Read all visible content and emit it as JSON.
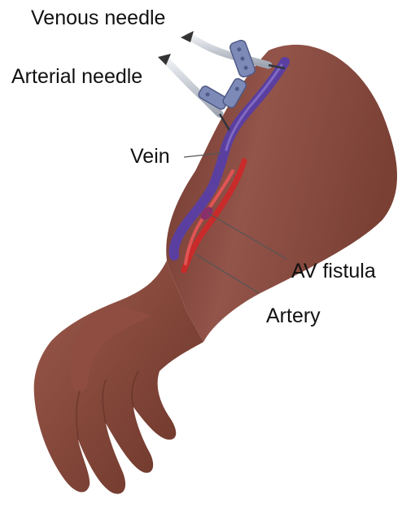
{
  "labels": {
    "venous_needle": "Venous needle",
    "arterial_needle": "Arterial needle",
    "vein": "Vein",
    "av_fistula": "AV fistula",
    "artery": "Artery"
  },
  "colors": {
    "skin": "#8a4a3c",
    "skin_shadow": "#5e2e25",
    "skin_highlight": "#a8665a",
    "vein": "#5a3fa0",
    "artery": "#c92a2a",
    "needle_tube": "#c9ced6",
    "needle_clip": "#7d8ab8"
  }
}
